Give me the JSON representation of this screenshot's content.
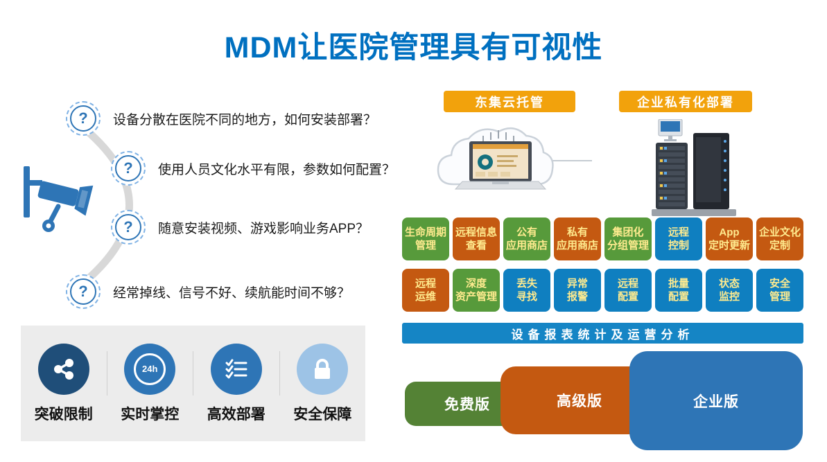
{
  "title": "MDM让医院管理具有可视性",
  "question_glyph": "?",
  "questions": [
    {
      "text": "设备分散在医院不同的地方，如何安装部署？"
    },
    {
      "text": "使用人员文化水平有限，参数如何配置？"
    },
    {
      "text": "随意安装视频、游戏影响业务APP？"
    },
    {
      "text": "经常掉线、信号不好、续航能时间不够？"
    }
  ],
  "benefits": {
    "items": [
      {
        "label": "突破限制",
        "icon": "share-icon"
      },
      {
        "label": "实时掌控",
        "icon": "clock-24h-icon",
        "badge": "24h"
      },
      {
        "label": "高效部署",
        "icon": "checklist-icon"
      },
      {
        "label": "安全保障",
        "icon": "lock-icon"
      }
    ]
  },
  "deployments": [
    {
      "label": "东集云托管"
    },
    {
      "label": "企业私有化部署"
    }
  ],
  "features": {
    "row1": [
      {
        "label": "生命周期\n管理",
        "color": "green"
      },
      {
        "label": "远程信息\n查看",
        "color": "orange"
      },
      {
        "label": "公有\n应用商店",
        "color": "green"
      },
      {
        "label": "私有\n应用商店",
        "color": "orange"
      },
      {
        "label": "集团化\n分组管理",
        "color": "green"
      },
      {
        "label": "远程\n控制",
        "color": "blue"
      },
      {
        "label": "App\n定时更新",
        "color": "orange"
      },
      {
        "label": "企业文化\n定制",
        "color": "orange"
      }
    ],
    "row2": [
      {
        "label": "远程\n运维",
        "color": "orange"
      },
      {
        "label": "深度\n资产管理",
        "color": "green"
      },
      {
        "label": "丢失\n寻找",
        "color": "blue"
      },
      {
        "label": "异常\n报警",
        "color": "blue"
      },
      {
        "label": "远程\n配置",
        "color": "blue"
      },
      {
        "label": "批量\n配置",
        "color": "blue"
      },
      {
        "label": "状态\n监控",
        "color": "blue"
      },
      {
        "label": "安全\n管理",
        "color": "blue"
      }
    ]
  },
  "report_bar": "设备报表统计及运营分析",
  "editions": [
    {
      "label": "免费版",
      "color": "green"
    },
    {
      "label": "高级版",
      "color": "orange"
    },
    {
      "label": "企业版",
      "color": "blue"
    }
  ],
  "palette": {
    "title_blue": "#0070C0",
    "header_orange": "#F2A20C",
    "tile_green": "#579A3B",
    "tile_orange": "#C45911",
    "tile_blue": "#0F7FC0",
    "bar_blue": "#1585C5",
    "version_green": "#548235",
    "version_orange": "#C45911",
    "version_blue": "#2E75B6",
    "tile_text_yellow": "#FFEB8F"
  }
}
